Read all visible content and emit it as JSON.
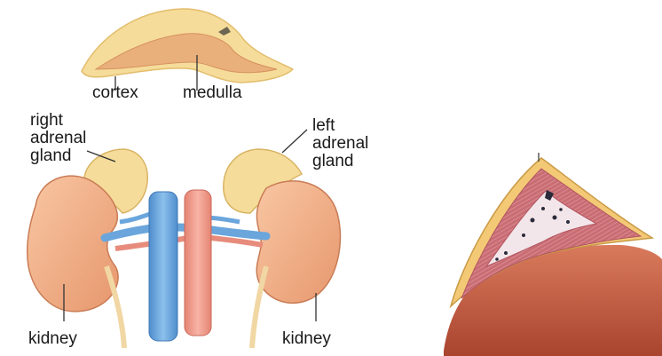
{
  "labels": {
    "cortex": "cortex",
    "medulla": "medulla",
    "right_adrenal": [
      "right",
      "adrenal",
      "gland"
    ],
    "left_adrenal": [
      "left",
      "adrenal",
      "gland"
    ],
    "kidney_left_side": "kidney",
    "kidney_right_side": "kidney"
  },
  "colors": {
    "cortex_yellow": "#f6dc9a",
    "medulla_tan": "#e9b07c",
    "kidney": "#f2b087",
    "vein": "#6aa6dc",
    "artery": "#f09b8c",
    "section_pink": "#c86a73",
    "skin": "#c55f47"
  }
}
